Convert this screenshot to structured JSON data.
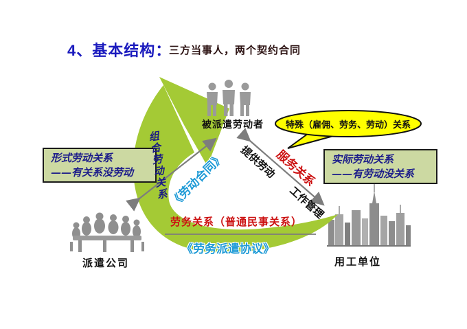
{
  "slide": {
    "title": "4、基本结构：",
    "subtitle": "三方当事人，两个契约合同"
  },
  "nodes": {
    "workers": {
      "label": "被派遣劳动者",
      "icon": "three-people-silhouette-icon"
    },
    "dispatch_company": {
      "label": "派遣公司",
      "icon": "meeting-table-silhouette-icon"
    },
    "employer": {
      "label": "用工单位",
      "icon": "city-skyline-icon"
    }
  },
  "callout": {
    "text": "特殊（雇佣、劳务、劳动）关系"
  },
  "side_boxes": {
    "left": {
      "line1": "形式劳动关系",
      "line2": "——有关系没劳动"
    },
    "right": {
      "line1": "实际劳动关系",
      "line2": "——有劳动没关系"
    }
  },
  "relations": {
    "combined_labor": "组合劳动关系",
    "labor_contract": "《劳动合同》",
    "provide_labor": "提供劳动",
    "service_relation": "服务关系",
    "work_management": "工作管理",
    "civil_relation": "劳务关系（普通民事关系）",
    "dispatch_agreement": "《劳务派遣协议》"
  },
  "colors": {
    "title_blue": "#1b1bbe",
    "subtitle_dark": "#2b1111",
    "arrow_green": "#a4ca35",
    "box_green": "#ccd9a2",
    "box_text_blue": "#1c1c8a",
    "callout_yellow": "#ffff00",
    "contract_blue": "#1d9ad6",
    "relation_red": "#cc1111",
    "line_gray": "#7d7d7d",
    "silhouette_gray": "#9a9a9a"
  }
}
